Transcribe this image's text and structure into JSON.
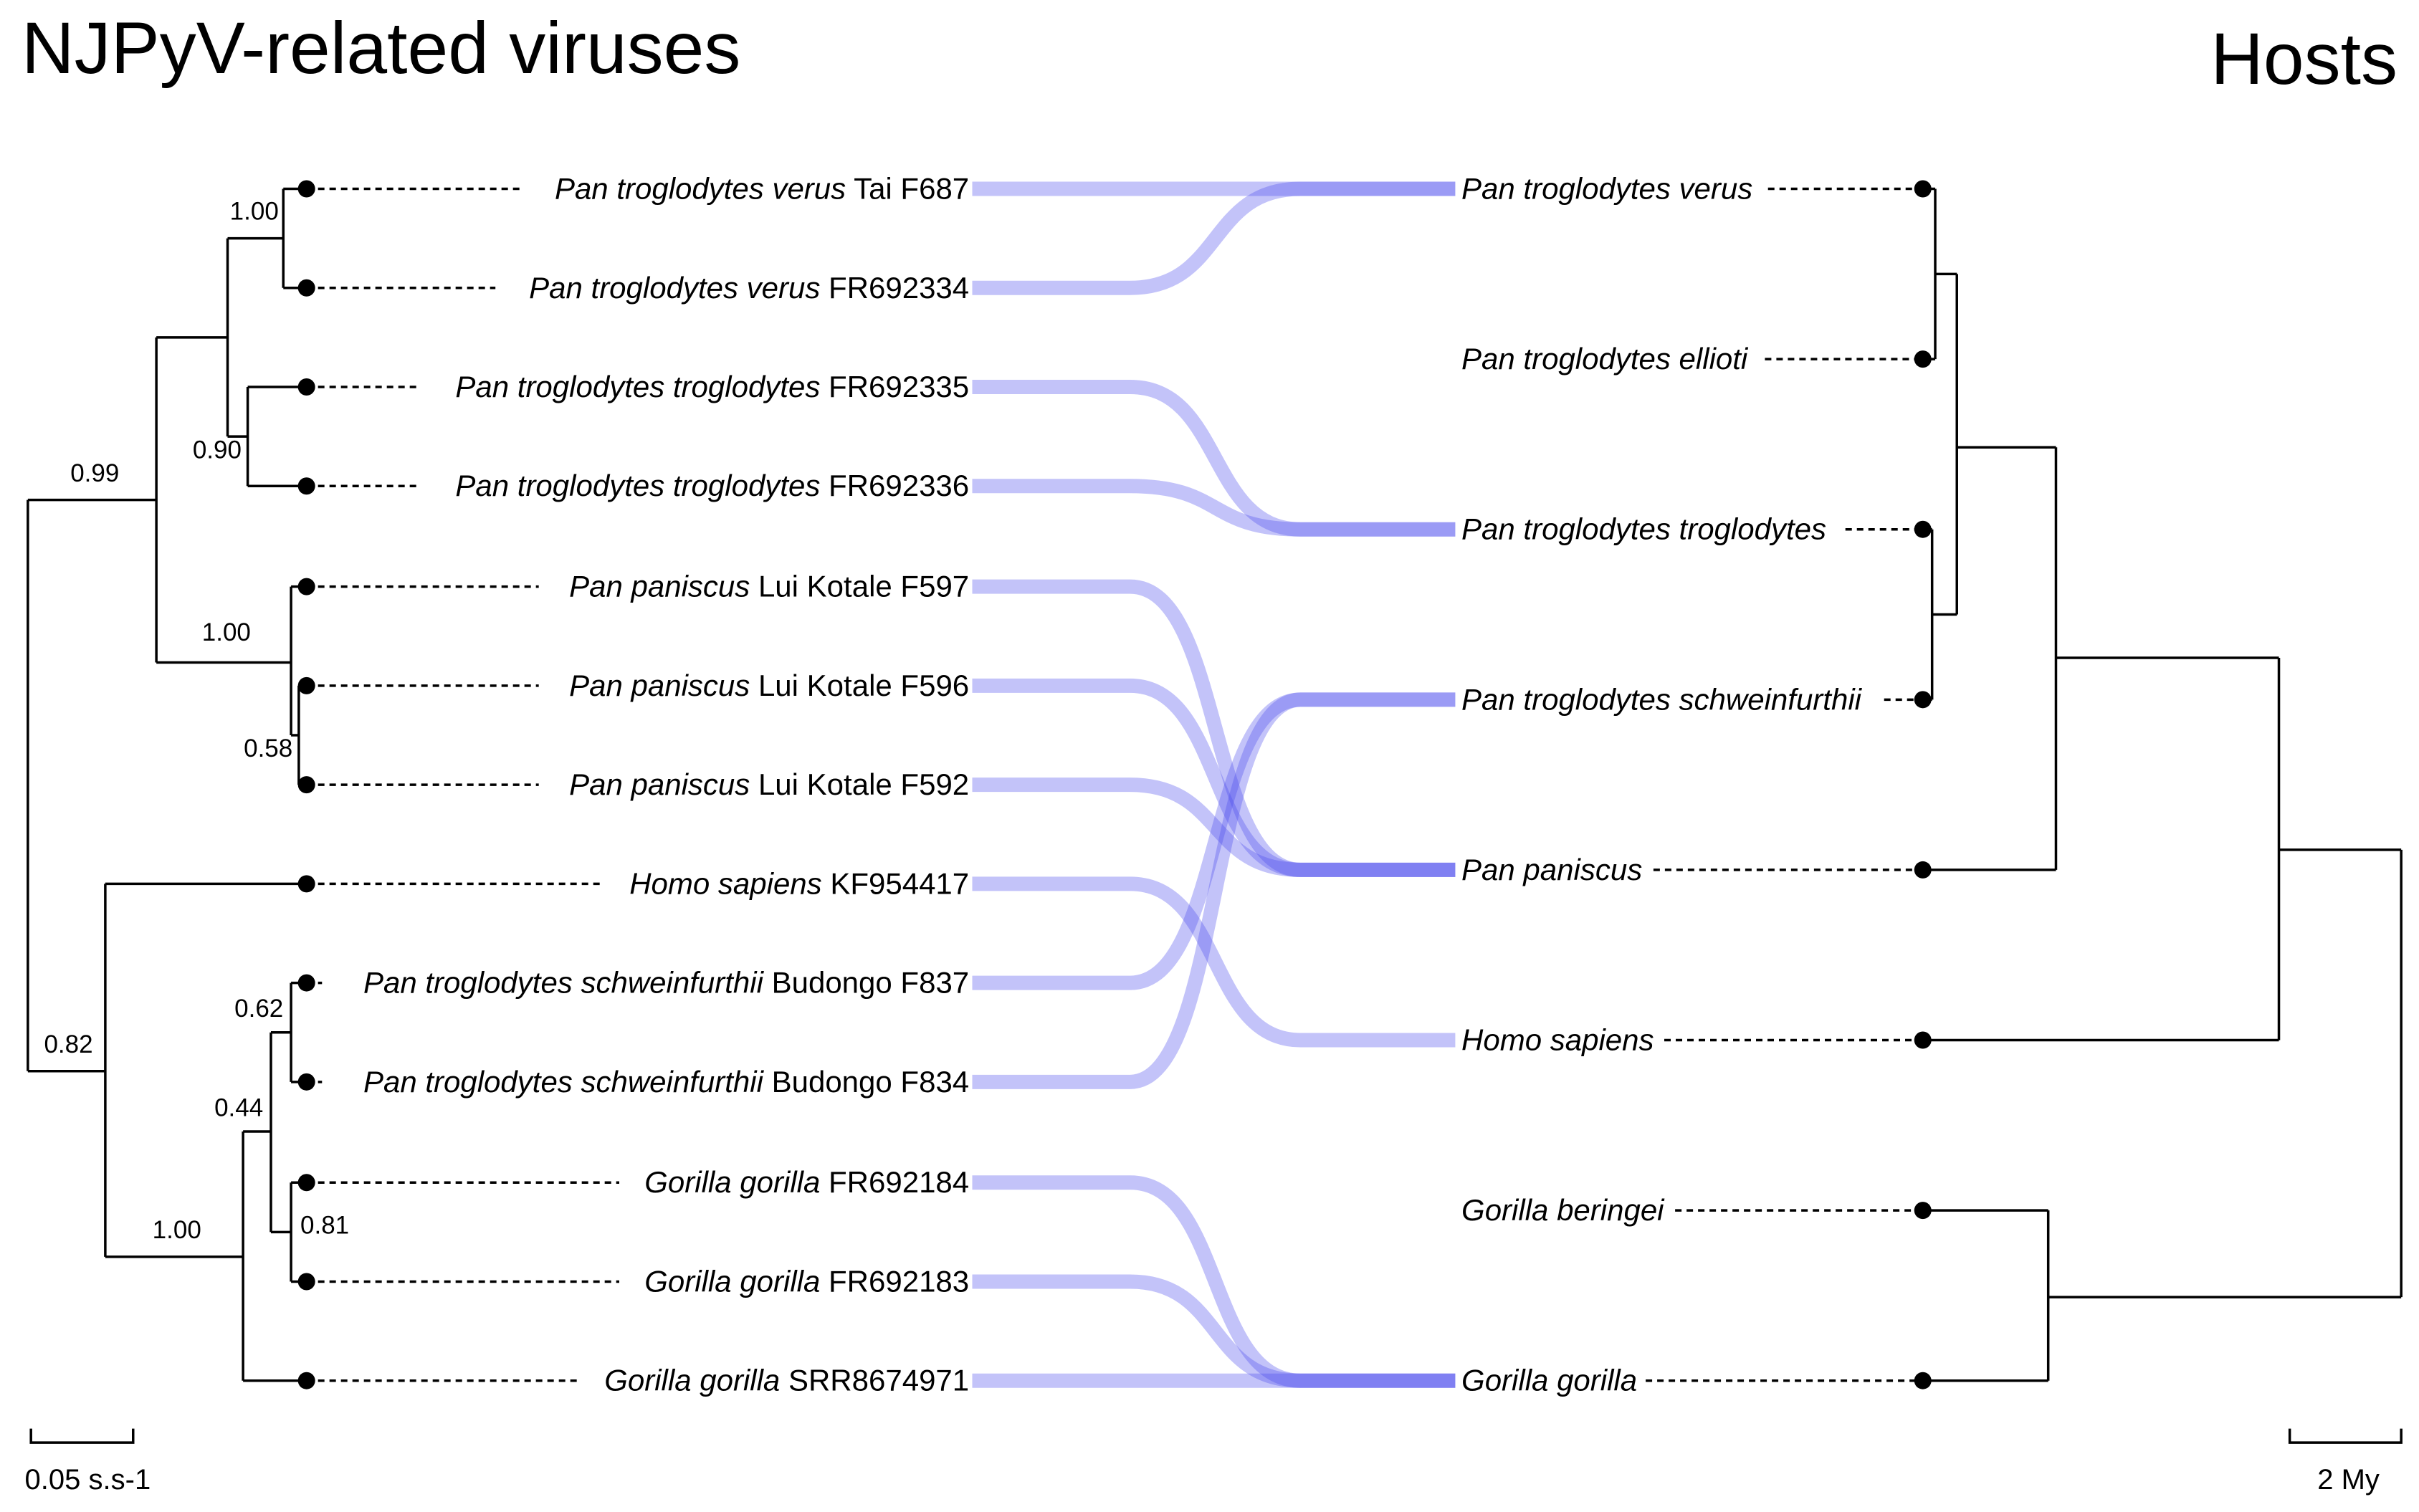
{
  "titles": {
    "left": "NJPyV-related viruses",
    "right": "Hosts"
  },
  "colors": {
    "link": "#4a4aee",
    "link_opacity": 0.33,
    "line": "#000000"
  },
  "virus_taxa": [
    {
      "id": "v1",
      "species": "Pan troglodytes verus",
      "strain": "Tai F687"
    },
    {
      "id": "v2",
      "species": "Pan troglodytes verus",
      "strain": "FR692334"
    },
    {
      "id": "v3",
      "species": "Pan troglodytes troglodytes",
      "strain": "FR692335"
    },
    {
      "id": "v4",
      "species": "Pan troglodytes troglodytes",
      "strain": "FR692336"
    },
    {
      "id": "v5",
      "species": "Pan paniscus",
      "strain": "Lui Kotale F597"
    },
    {
      "id": "v6",
      "species": "Pan paniscus",
      "strain": "Lui Kotale F596"
    },
    {
      "id": "v7",
      "species": "Pan paniscus",
      "strain": "Lui Kotale F592"
    },
    {
      "id": "v8",
      "species": "Homo sapiens",
      "strain": "KF954417"
    },
    {
      "id": "v9",
      "species": "Pan troglodytes schweinfurthii",
      "strain": "Budongo F837"
    },
    {
      "id": "v10",
      "species": "Pan troglodytes schweinfurthii",
      "strain": "Budongo F834"
    },
    {
      "id": "v11",
      "species": "Gorilla gorilla",
      "strain": "FR692184"
    },
    {
      "id": "v12",
      "species": "Gorilla gorilla",
      "strain": "FR692183"
    },
    {
      "id": "v13",
      "species": "Gorilla gorilla",
      "strain": "SRR8674971"
    }
  ],
  "host_taxa": [
    {
      "id": "h1",
      "species": "Pan troglodytes verus"
    },
    {
      "id": "h2",
      "species": "Pan troglodytes ellioti"
    },
    {
      "id": "h3",
      "species": "Pan troglodytes troglodytes"
    },
    {
      "id": "h4",
      "species": "Pan troglodytes schweinfurthii"
    },
    {
      "id": "h5",
      "species": "Pan paniscus"
    },
    {
      "id": "h6",
      "species": "Homo sapiens"
    },
    {
      "id": "h7",
      "species": "Gorilla beringei"
    },
    {
      "id": "h8",
      "species": "Gorilla gorilla"
    }
  ],
  "associations": [
    [
      "v1",
      "h1"
    ],
    [
      "v2",
      "h1"
    ],
    [
      "v3",
      "h3"
    ],
    [
      "v4",
      "h3"
    ],
    [
      "v5",
      "h5"
    ],
    [
      "v6",
      "h5"
    ],
    [
      "v7",
      "h5"
    ],
    [
      "v8",
      "h6"
    ],
    [
      "v9",
      "h4"
    ],
    [
      "v10",
      "h4"
    ],
    [
      "v11",
      "h8"
    ],
    [
      "v12",
      "h8"
    ],
    [
      "v13",
      "h8"
    ]
  ],
  "support_values": [
    {
      "id": "vA",
      "label": "1.00"
    },
    {
      "id": "vB",
      "label": "0.90"
    },
    {
      "id": "vC",
      "label": "0.99"
    },
    {
      "id": "vD",
      "label": "1.00"
    },
    {
      "id": "vE",
      "label": "0.58"
    },
    {
      "id": "vF",
      "label": "0.62"
    },
    {
      "id": "vG",
      "label": "0.44"
    },
    {
      "id": "vH",
      "label": "0.81"
    },
    {
      "id": "vI",
      "label": "1.00"
    },
    {
      "id": "vJ",
      "label": "0.82"
    }
  ],
  "scale_bars": {
    "left": "0.05 s.s-1",
    "right": "2 My"
  }
}
